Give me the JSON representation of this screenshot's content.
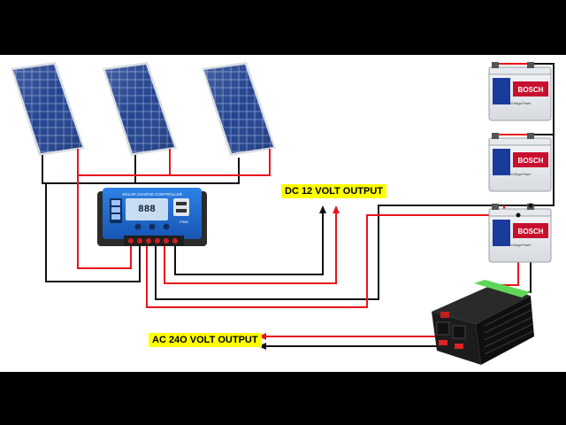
{
  "labels": {
    "dc_output": "DC 12 VOLT OUTPUT",
    "ac_output": "AC 24O VOLT OUTPUT"
  },
  "components": {
    "solar_panels": 3,
    "batteries": 3,
    "battery_brand": "BOSCH",
    "battery_sublabel": "S4 Mega Power",
    "controller_title": "SOLAR CHARGE CONTROLLER",
    "controller_display": "888",
    "controller_brand": "PWM"
  },
  "colors": {
    "background_band": "#000000",
    "canvas": "#ffffff",
    "wire_positive": "#e8141b",
    "wire_negative": "#111111",
    "label_bg": "#ffff00",
    "panel_cell": "#1e3a8a",
    "controller_blue": "#1d6fd6",
    "battery_red": "#c8102e",
    "inverter_green": "#5fd65a"
  }
}
